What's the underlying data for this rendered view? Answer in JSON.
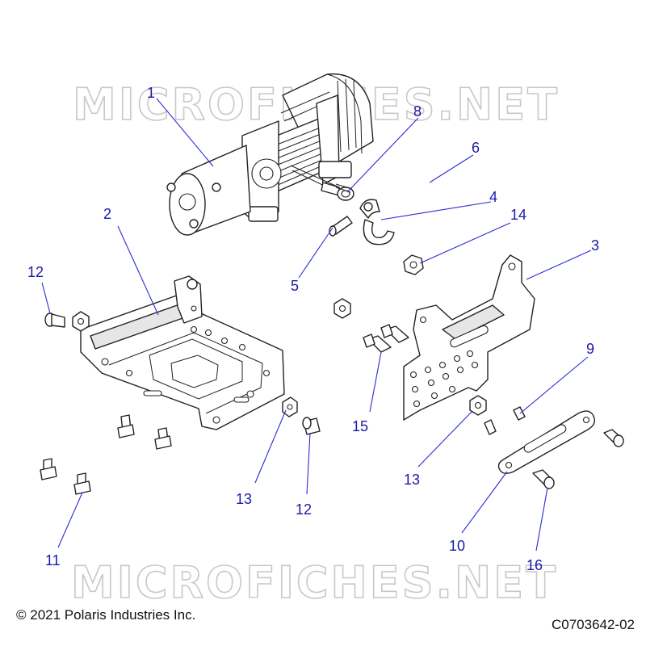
{
  "watermark": {
    "text": "MICROFICHES.NET"
  },
  "footer": {
    "copyright": "© 2021 Polaris Industries Inc.",
    "figure_code": "C0703642-02"
  },
  "callouts": {
    "c1": "1",
    "c2": "2",
    "c3": "3",
    "c4": "4",
    "c5": "5",
    "c6": "6",
    "c8": "8",
    "c9": "9",
    "c10": "10",
    "c11": "11",
    "c12a": "12",
    "c12b": "12",
    "c13a": "13",
    "c13b": "13",
    "c14": "14",
    "c15": "15",
    "c16": "16"
  },
  "colors": {
    "leader": "#2b2bd6",
    "callout_text": "#1a1aa8",
    "line_art": "#222222",
    "watermark": "#c8c8c8"
  }
}
